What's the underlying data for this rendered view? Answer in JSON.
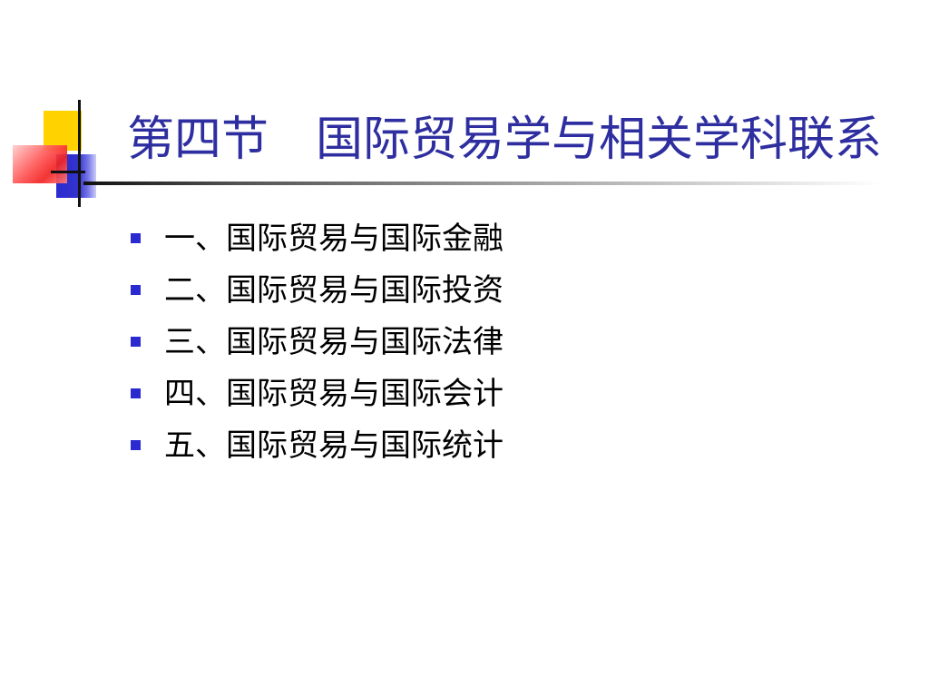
{
  "slide": {
    "title": "第四节　国际贸易学与相关学科联系",
    "bullets": [
      "一、国际贸易与国际金融",
      "二、国际贸易与国际投资",
      "三、国际贸易与国际法律",
      "四、国际贸易与国际会计",
      "五、国际贸易与国际统计"
    ]
  },
  "colors": {
    "title": "#2e2ea0",
    "bullet_marker": "#2a2ad0",
    "accent_yellow": "#ffd200",
    "accent_red": "#f22222",
    "accent_blue": "#3333cc"
  }
}
